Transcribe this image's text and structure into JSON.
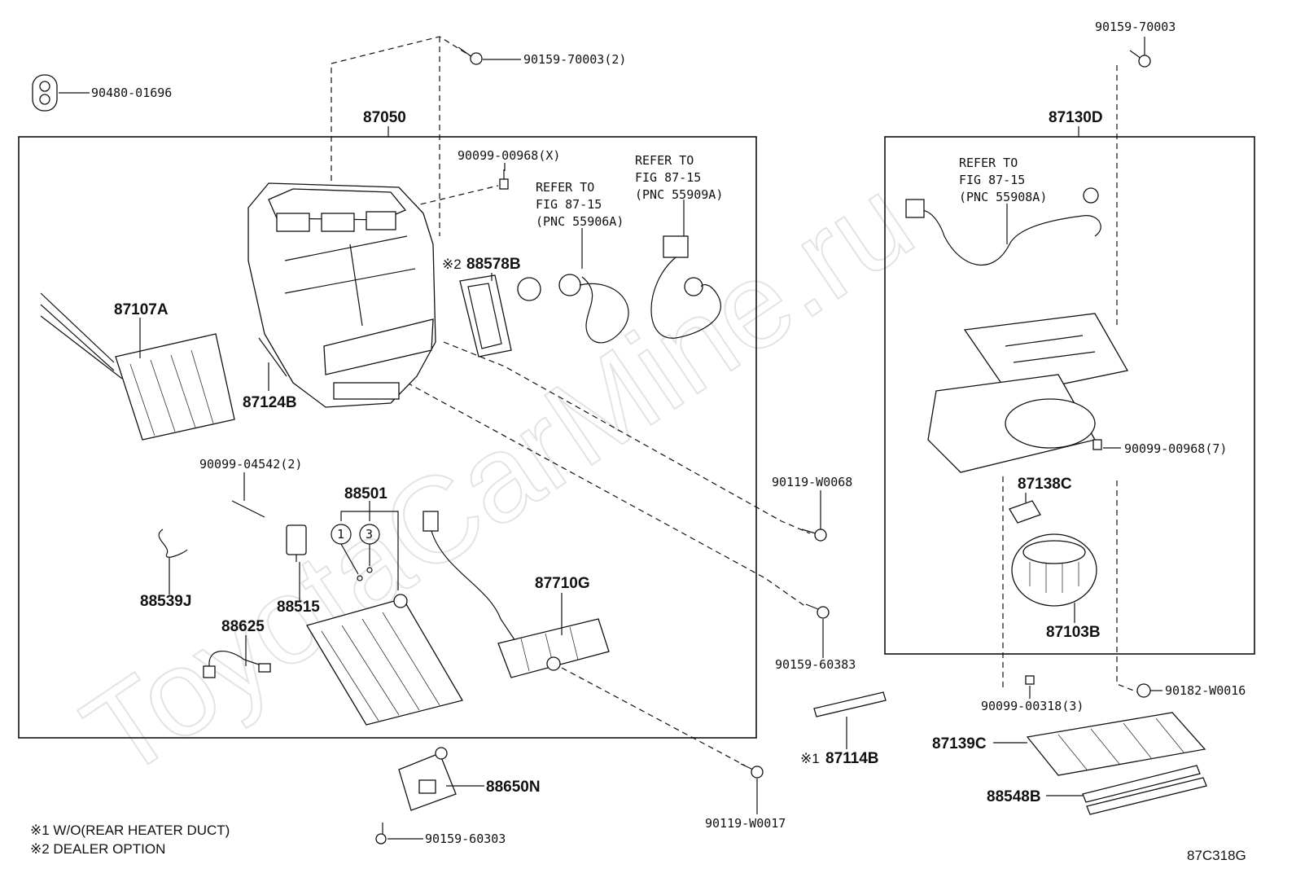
{
  "watermark": "ToyotaCarMine.ru",
  "drawing_code": "87C318G",
  "notes": [
    "※1 W/O(REAR HEATER DUCT)",
    "※2 DEALER OPTION"
  ],
  "left_group": {
    "label": "87050"
  },
  "right_group": {
    "label": "87130D"
  },
  "refer_1": [
    "REFER TO",
    "FIG 87-15",
    "(PNC 55906A)"
  ],
  "refer_2": [
    "REFER TO",
    "FIG 87-15",
    "(PNC 55909A)"
  ],
  "refer_3": [
    "REFER TO",
    "FIG 87-15",
    "(PNC 55908A)"
  ],
  "circle_marks": [
    "1",
    "3"
  ],
  "parts": {
    "p90480_01696": "90480-01696",
    "p90159_70003_2": "90159-70003(2)",
    "p90159_70003": "90159-70003",
    "p90099_00968_x": "90099-00968(X)",
    "p88578b_mark": "※2",
    "p88578b": "88578B",
    "p87107a": "87107A",
    "p87124b": "87124B",
    "p90099_04542_2": "90099-04542(2)",
    "p88501": "88501",
    "p88539j": "88539J",
    "p88515": "88515",
    "p88625": "88625",
    "p87710g": "87710G",
    "p90119_w0068": "90119-W0068",
    "p90159_60383": "90159-60383",
    "p87114b_mark": "※1",
    "p87114b": "87114B",
    "p90119_w0017": "90119-W0017",
    "p88650n": "88650N",
    "p90159_60303": "90159-60303",
    "p90099_00968_7": "90099-00968(7)",
    "p87138c": "87138C",
    "p87103b": "87103B",
    "p90099_00318_3": "90099-00318(3)",
    "p90182_w0016": "90182-W0016",
    "p87139c": "87139C",
    "p88548b": "88548B"
  }
}
